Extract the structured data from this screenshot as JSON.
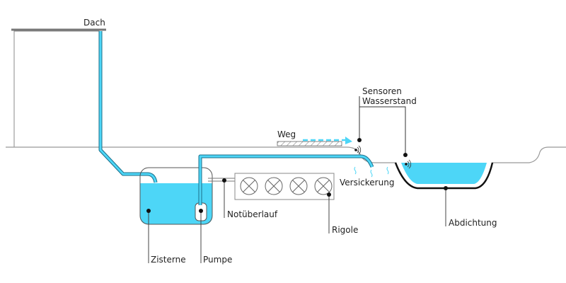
{
  "labels": {
    "roof": "Dach",
    "path": "Weg",
    "sensors_line1": "Sensoren",
    "sensors_line2": "Wasserstand",
    "infiltration": "Versickerung",
    "emergency_overflow": "Notüberlauf",
    "soakaway": "Rigole",
    "sealing": "Abdichtung",
    "cistern": "Zisterne",
    "pump": "Pumpe"
  },
  "colors": {
    "water": "#4dd6f7",
    "pipe_outline": "#1a6f8a",
    "lines": "#555555",
    "ground": "#999999"
  }
}
